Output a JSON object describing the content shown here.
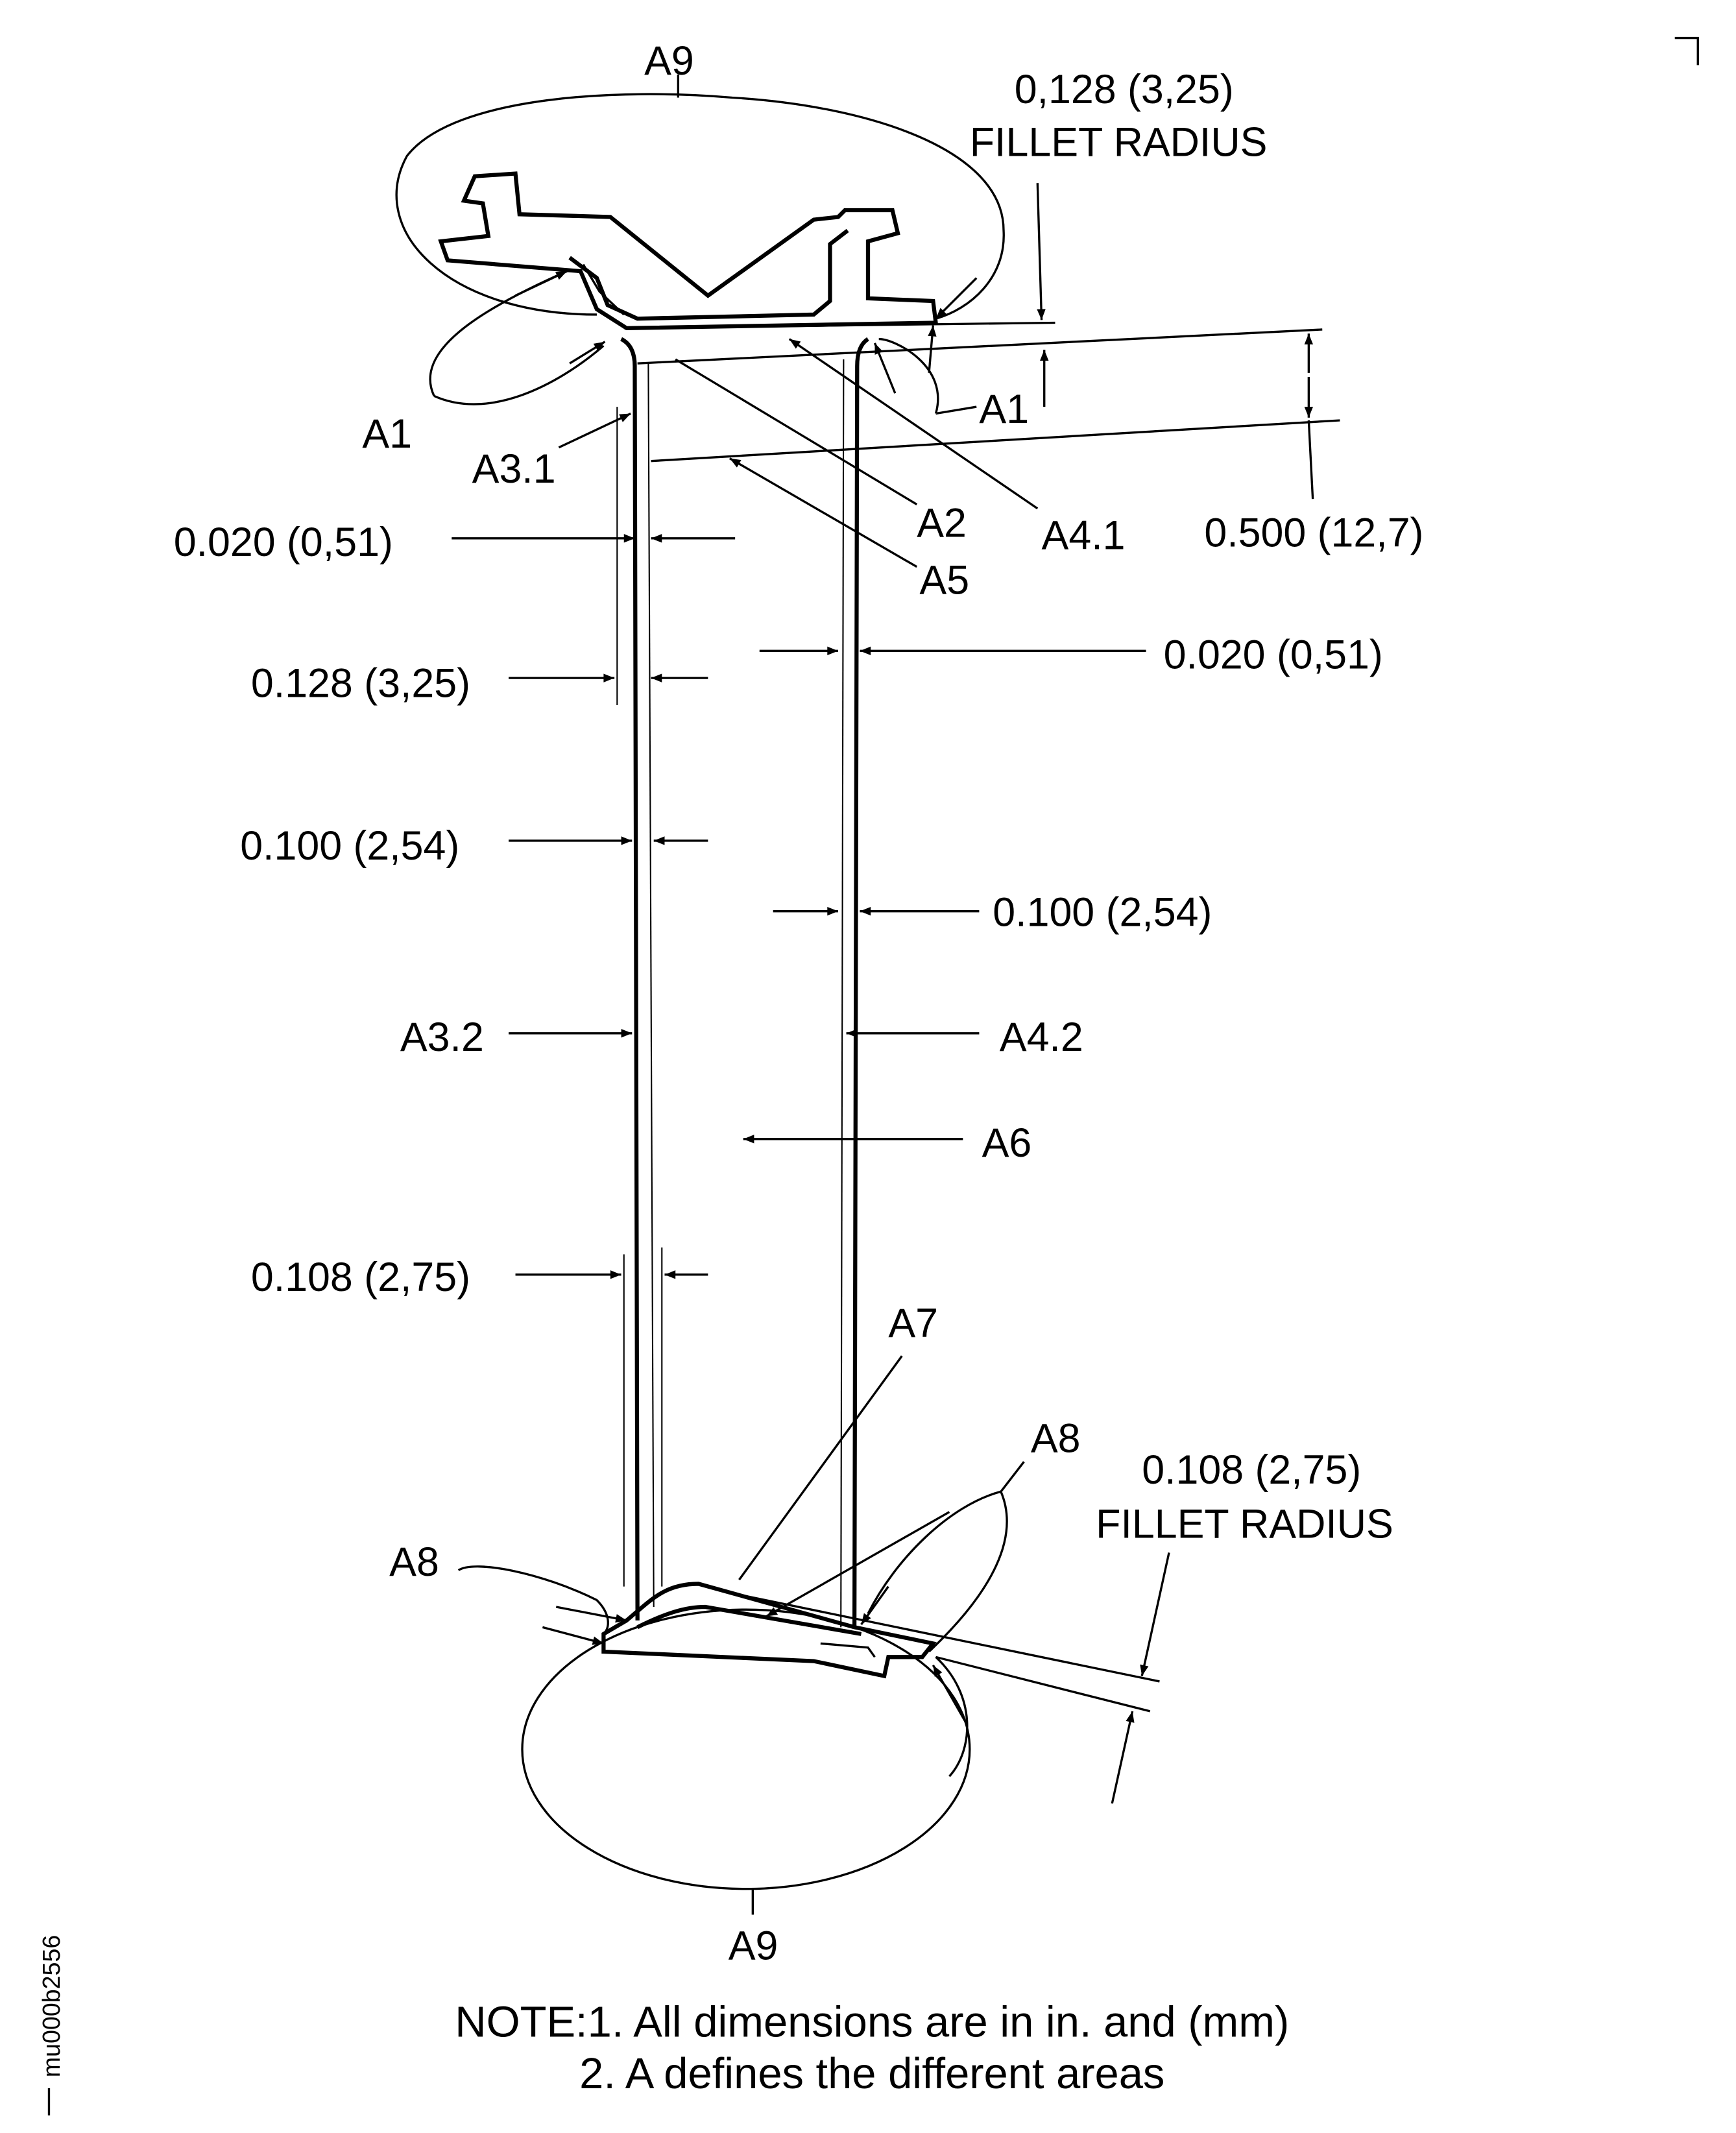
{
  "drawing": {
    "labels": {
      "a9_top": "A9",
      "a9_bottom": "A9",
      "a1_left": "A1",
      "a1_right": "A1",
      "a3_1": "A3.1",
      "a2": "A2",
      "a4_1": "A4.1",
      "a5": "A5",
      "a3_2": "A3.2",
      "a4_2": "A4.2",
      "a6": "A6",
      "a7": "A7",
      "a8_left": "A8",
      "a8_right": "A8"
    },
    "dimensions": {
      "top_fillet_value": "0,128 (3,25)",
      "top_fillet_label": "FILLET RADIUS",
      "height_500": "0.500 (12,7)",
      "left_020": "0.020 (0,51)",
      "right_020": "0.020 (0,51)",
      "left_128": "0.128 (3,25)",
      "left_100": "0.100 (2,54)",
      "right_100": "0.100 (2,54)",
      "left_108": "0.108 (2,75)",
      "bottom_fillet_value": "0.108 (2,75)",
      "bottom_fillet_label": "FILLET RADIUS"
    },
    "notes": {
      "line1": "NOTE:1. All dimensions are in in. and (mm)",
      "line2": "2. A defines the different areas"
    },
    "figure_id": "mu000b2556"
  }
}
